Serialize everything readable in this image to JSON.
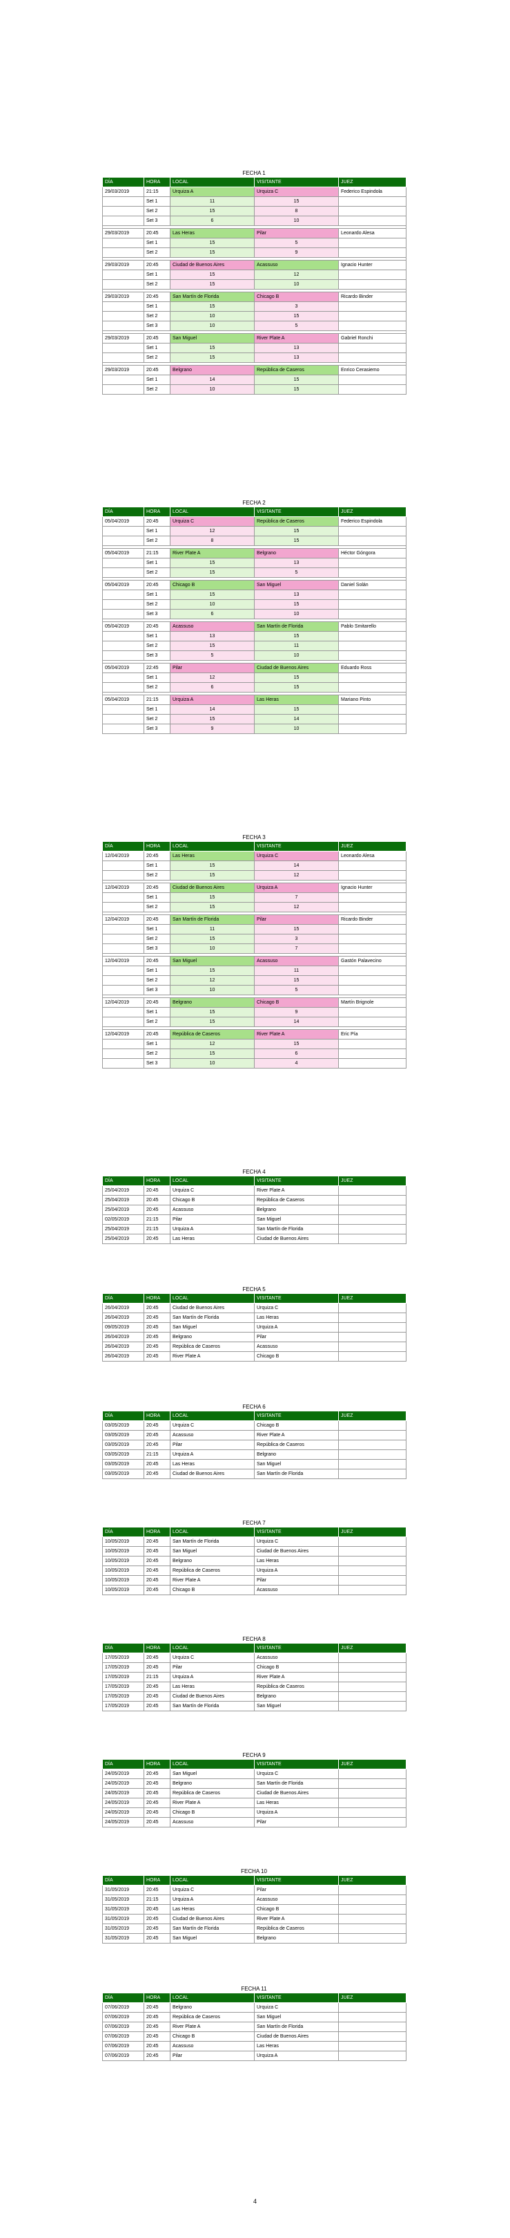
{
  "headers": {
    "dia": "DÍA",
    "hora": "HORA",
    "local": "LOCAL",
    "visitante": "VISITANTE",
    "juez": "JUEZ"
  },
  "page_number": "4",
  "fechas": [
    {
      "title": "FECHA 1",
      "matches": [
        {
          "date": "29/03/2019",
          "time": "21:15",
          "local": "Urquiza A",
          "visitante": "Urquiza C",
          "juez": "Federico Espindola",
          "winner": "local",
          "sets": [
            [
              "11",
              "15"
            ],
            [
              "15",
              "8"
            ],
            [
              "6",
              "10"
            ]
          ]
        },
        {
          "date": "29/03/2019",
          "time": "20:45",
          "local": "Las Heras",
          "visitante": "Pilar",
          "juez": "Leonardo Alesa",
          "winner": "local",
          "sets": [
            [
              "15",
              "5"
            ],
            [
              "15",
              "9"
            ]
          ]
        },
        {
          "date": "29/03/2019",
          "time": "20:45",
          "local": "Ciudad de Buenos Aires",
          "visitante": "Acassuso",
          "juez": "Ignacio Hunter",
          "winner": "visitante",
          "sets": [
            [
              "15",
              "12"
            ],
            [
              "15",
              "10"
            ]
          ]
        },
        {
          "date": "29/03/2019",
          "time": "20:45",
          "local": "San Martín de Florida",
          "visitante": "Chicago B",
          "juez": "Ricardo Binder",
          "winner": "local",
          "sets": [
            [
              "15",
              "3"
            ],
            [
              "10",
              "15"
            ],
            [
              "10",
              "5"
            ]
          ]
        },
        {
          "date": "29/03/2019",
          "time": "20:45",
          "local": "San Miguel",
          "visitante": "River Plate A",
          "juez": "Gabriel Ronchi",
          "winner": "local",
          "sets": [
            [
              "15",
              "13"
            ],
            [
              "15",
              "13"
            ]
          ]
        },
        {
          "date": "29/03/2019",
          "time": "20:45",
          "local": "Belgrano",
          "visitante": "República de Caseros",
          "juez": "Enrico Cerasiemo",
          "winner": "visitante",
          "sets": [
            [
              "14",
              "15"
            ],
            [
              "10",
              "15"
            ]
          ]
        }
      ]
    },
    {
      "title": "FECHA 2",
      "matches": [
        {
          "date": "05/04/2019",
          "time": "20:45",
          "local": "Urquiza C",
          "visitante": "República de Caseros",
          "juez": "Federico Espindola",
          "winner": "visitante",
          "sets": [
            [
              "12",
              "15"
            ],
            [
              "8",
              "15"
            ]
          ]
        },
        {
          "date": "05/04/2019",
          "time": "21:15",
          "local": "River Plate A",
          "visitante": "Belgrano",
          "juez": "Héctor Góngora",
          "winner": "local",
          "sets": [
            [
              "15",
              "13"
            ],
            [
              "15",
              "5"
            ]
          ]
        },
        {
          "date": "05/04/2019",
          "time": "20:45",
          "local": "Chicago B",
          "visitante": "San Miguel",
          "juez": "Daniel Solán",
          "winner": "local",
          "sets": [
            [
              "15",
              "13"
            ],
            [
              "10",
              "15"
            ],
            [
              "6",
              "10"
            ]
          ]
        },
        {
          "date": "05/04/2019",
          "time": "20:45",
          "local": "Acassuso",
          "visitante": "San Martín de Florida",
          "juez": "Pablo Smitarello",
          "winner": "visitante",
          "sets": [
            [
              "13",
              "15"
            ],
            [
              "15",
              "11"
            ],
            [
              "5",
              "10"
            ]
          ]
        },
        {
          "date": "05/04/2019",
          "time": "22:45",
          "local": "Pilar",
          "visitante": "Ciudad de Buenos Aires",
          "juez": "Eduardo Ross",
          "winner": "visitante",
          "sets": [
            [
              "12",
              "15"
            ],
            [
              "6",
              "15"
            ]
          ]
        },
        {
          "date": "05/04/2019",
          "time": "21:15",
          "local": "Urquiza A",
          "visitante": "Las Heras",
          "juez": "Mariano Pinto",
          "winner": "visitante",
          "sets": [
            [
              "14",
              "15"
            ],
            [
              "15",
              "14"
            ],
            [
              "9",
              "10"
            ]
          ]
        }
      ]
    },
    {
      "title": "FECHA 3",
      "matches": [
        {
          "date": "12/04/2019",
          "time": "20:45",
          "local": "Las Heras",
          "visitante": "Urquiza C",
          "juez": "Leonardo Alesa",
          "winner": "local",
          "sets": [
            [
              "15",
              "14"
            ],
            [
              "15",
              "12"
            ]
          ]
        },
        {
          "date": "12/04/2019",
          "time": "20:45",
          "local": "Ciudad de Buenos Aires",
          "visitante": "Urquiza A",
          "juez": "Ignacio Hunter",
          "winner": "local",
          "sets": [
            [
              "15",
              "7"
            ],
            [
              "15",
              "12"
            ]
          ]
        },
        {
          "date": "12/04/2019",
          "time": "20:45",
          "local": "San Martín de Florida",
          "visitante": "Pilar",
          "juez": "Ricardo Binder",
          "winner": "local",
          "sets": [
            [
              "11",
              "15"
            ],
            [
              "15",
              "3"
            ],
            [
              "10",
              "7"
            ]
          ]
        },
        {
          "date": "12/04/2019",
          "time": "20:45",
          "local": "San Miguel",
          "visitante": "Acassuso",
          "juez": "Gastón Palavecino",
          "winner": "local",
          "sets": [
            [
              "15",
              "11"
            ],
            [
              "12",
              "15"
            ],
            [
              "10",
              "5"
            ]
          ]
        },
        {
          "date": "12/04/2019",
          "time": "20:45",
          "local": "Belgrano",
          "visitante": "Chicago B",
          "juez": "Martín Brignole",
          "winner": "local",
          "sets": [
            [
              "15",
              "9"
            ],
            [
              "15",
              "14"
            ]
          ]
        },
        {
          "date": "12/04/2019",
          "time": "20:45",
          "local": "República de Caseros",
          "visitante": "River Plate A",
          "juez": "Eric Pía",
          "winner": "local",
          "sets": [
            [
              "12",
              "15"
            ],
            [
              "15",
              "6"
            ],
            [
              "10",
              "4"
            ]
          ]
        }
      ]
    },
    {
      "title": "FECHA 4",
      "matches": [
        {
          "date": "25/04/2019",
          "time": "20:45",
          "local": "Urquiza C",
          "visitante": "River Plate A",
          "juez": ""
        },
        {
          "date": "25/04/2019",
          "time": "20:45",
          "local": "Chicago B",
          "visitante": "República de Caseros",
          "juez": ""
        },
        {
          "date": "25/04/2019",
          "time": "20:45",
          "local": "Acassuso",
          "visitante": "Belgrano",
          "juez": ""
        },
        {
          "date": "02/05/2019",
          "time": "21:15",
          "local": "Pilar",
          "visitante": "San Miguel",
          "juez": ""
        },
        {
          "date": "25/04/2019",
          "time": "21:15",
          "local": "Urquiza A",
          "visitante": "San Martín de Florida",
          "juez": ""
        },
        {
          "date": "25/04/2019",
          "time": "20:45",
          "local": "Las Heras",
          "visitante": "Ciudad de Buenos Aires",
          "juez": ""
        }
      ]
    },
    {
      "title": "FECHA 5",
      "matches": [
        {
          "date": "26/04/2019",
          "time": "20:45",
          "local": "Ciudad de Buenos Aires",
          "visitante": "Urquiza C",
          "juez": ""
        },
        {
          "date": "26/04/2019",
          "time": "20:45",
          "local": "San Martín de Florida",
          "visitante": "Las Heras",
          "juez": ""
        },
        {
          "date": "09/05/2019",
          "time": "20:45",
          "local": "San Miguel",
          "visitante": "Urquiza A",
          "juez": ""
        },
        {
          "date": "26/04/2019",
          "time": "20:45",
          "local": "Belgrano",
          "visitante": "Pilar",
          "juez": ""
        },
        {
          "date": "26/04/2019",
          "time": "20:45",
          "local": "República de Caseros",
          "visitante": "Acassuso",
          "juez": ""
        },
        {
          "date": "26/04/2019",
          "time": "20:45",
          "local": "River Plate A",
          "visitante": "Chicago B",
          "juez": ""
        }
      ]
    },
    {
      "title": "FECHA 6",
      "matches": [
        {
          "date": "03/05/2019",
          "time": "20:45",
          "local": "Urquiza C",
          "visitante": "Chicago B",
          "juez": ""
        },
        {
          "date": "03/05/2019",
          "time": "20:45",
          "local": "Acassuso",
          "visitante": "River Plate A",
          "juez": ""
        },
        {
          "date": "03/05/2019",
          "time": "20:45",
          "local": "Pilar",
          "visitante": "República de Caseros",
          "juez": ""
        },
        {
          "date": "03/05/2019",
          "time": "21:15",
          "local": "Urquiza A",
          "visitante": "Belgrano",
          "juez": ""
        },
        {
          "date": "03/05/2019",
          "time": "20:45",
          "local": "Las Heras",
          "visitante": "San Miguel",
          "juez": ""
        },
        {
          "date": "03/05/2019",
          "time": "20:45",
          "local": "Ciudad de Buenos Aires",
          "visitante": "San Martín de Florida",
          "juez": ""
        }
      ]
    },
    {
      "title": "FECHA 7",
      "matches": [
        {
          "date": "10/05/2019",
          "time": "20:45",
          "local": "San Martín de Florida",
          "visitante": "Urquiza C",
          "juez": ""
        },
        {
          "date": "10/05/2019",
          "time": "20:45",
          "local": "San Miguel",
          "visitante": "Ciudad de Buenos Aires",
          "juez": ""
        },
        {
          "date": "10/05/2019",
          "time": "20:45",
          "local": "Belgrano",
          "visitante": "Las Heras",
          "juez": ""
        },
        {
          "date": "10/05/2019",
          "time": "20:45",
          "local": "República de Caseros",
          "visitante": "Urquiza A",
          "juez": ""
        },
        {
          "date": "10/05/2019",
          "time": "20:45",
          "local": "River Plate A",
          "visitante": "Pilar",
          "juez": ""
        },
        {
          "date": "10/05/2019",
          "time": "20:45",
          "local": "Chicago B",
          "visitante": "Acassuso",
          "juez": ""
        }
      ]
    },
    {
      "title": "FECHA 8",
      "matches": [
        {
          "date": "17/05/2019",
          "time": "20:45",
          "local": "Urquiza C",
          "visitante": "Acassuso",
          "juez": ""
        },
        {
          "date": "17/05/2019",
          "time": "20:45",
          "local": "Pilar",
          "visitante": "Chicago B",
          "juez": ""
        },
        {
          "date": "17/05/2019",
          "time": "21:15",
          "local": "Urquiza A",
          "visitante": "River Plate A",
          "juez": ""
        },
        {
          "date": "17/05/2019",
          "time": "20:45",
          "local": "Las Heras",
          "visitante": "República de Caseros",
          "juez": ""
        },
        {
          "date": "17/05/2019",
          "time": "20:45",
          "local": "Ciudad de Buenos Aires",
          "visitante": "Belgrano",
          "juez": ""
        },
        {
          "date": "17/05/2019",
          "time": "20:45",
          "local": "San Martín de Florida",
          "visitante": "San Miguel",
          "juez": ""
        }
      ]
    },
    {
      "title": "FECHA 9",
      "matches": [
        {
          "date": "24/05/2019",
          "time": "20:45",
          "local": "San Miguel",
          "visitante": "Urquiza C",
          "juez": ""
        },
        {
          "date": "24/05/2019",
          "time": "20:45",
          "local": "Belgrano",
          "visitante": "San Martín de Florida",
          "juez": ""
        },
        {
          "date": "24/05/2019",
          "time": "20:45",
          "local": "República de Caseros",
          "visitante": "Ciudad de Buenos Aires",
          "juez": ""
        },
        {
          "date": "24/05/2019",
          "time": "20:45",
          "local": "River Plate A",
          "visitante": "Las Heras",
          "juez": ""
        },
        {
          "date": "24/05/2019",
          "time": "20:45",
          "local": "Chicago B",
          "visitante": "Urquiza A",
          "juez": ""
        },
        {
          "date": "24/05/2019",
          "time": "20:45",
          "local": "Acassuso",
          "visitante": "Pilar",
          "juez": ""
        }
      ]
    },
    {
      "title": "FECHA 10",
      "matches": [
        {
          "date": "31/05/2019",
          "time": "20:45",
          "local": "Urquiza C",
          "visitante": "Pilar",
          "juez": ""
        },
        {
          "date": "31/05/2019",
          "time": "21:15",
          "local": "Urquiza A",
          "visitante": "Acassuso",
          "juez": ""
        },
        {
          "date": "31/05/2019",
          "time": "20:45",
          "local": "Las Heras",
          "visitante": "Chicago B",
          "juez": ""
        },
        {
          "date": "31/05/2019",
          "time": "20:45",
          "local": "Ciudad de Buenos Aires",
          "visitante": "River Plate A",
          "juez": ""
        },
        {
          "date": "31/05/2019",
          "time": "20:45",
          "local": "San Martín de Florida",
          "visitante": "República de Caseros",
          "juez": ""
        },
        {
          "date": "31/05/2019",
          "time": "20:45",
          "local": "San Miguel",
          "visitante": "Belgrano",
          "juez": ""
        }
      ]
    },
    {
      "title": "FECHA 11",
      "matches": [
        {
          "date": "07/06/2019",
          "time": "20:45",
          "local": "Belgrano",
          "visitante": "Urquiza C",
          "juez": ""
        },
        {
          "date": "07/06/2019",
          "time": "20:45",
          "local": "República de Caseros",
          "visitante": "San Miguel",
          "juez": ""
        },
        {
          "date": "07/06/2019",
          "time": "20:45",
          "local": "River Plate A",
          "visitante": "San Martín de Florida",
          "juez": ""
        },
        {
          "date": "07/06/2019",
          "time": "20:45",
          "local": "Chicago B",
          "visitante": "Ciudad de Buenos Aires",
          "juez": ""
        },
        {
          "date": "07/06/2019",
          "time": "20:45",
          "local": "Acassuso",
          "visitante": "Las Heras",
          "juez": ""
        },
        {
          "date": "07/06/2019",
          "time": "20:45",
          "local": "Pilar",
          "visitante": "Urquiza A",
          "juez": ""
        }
      ]
    }
  ]
}
